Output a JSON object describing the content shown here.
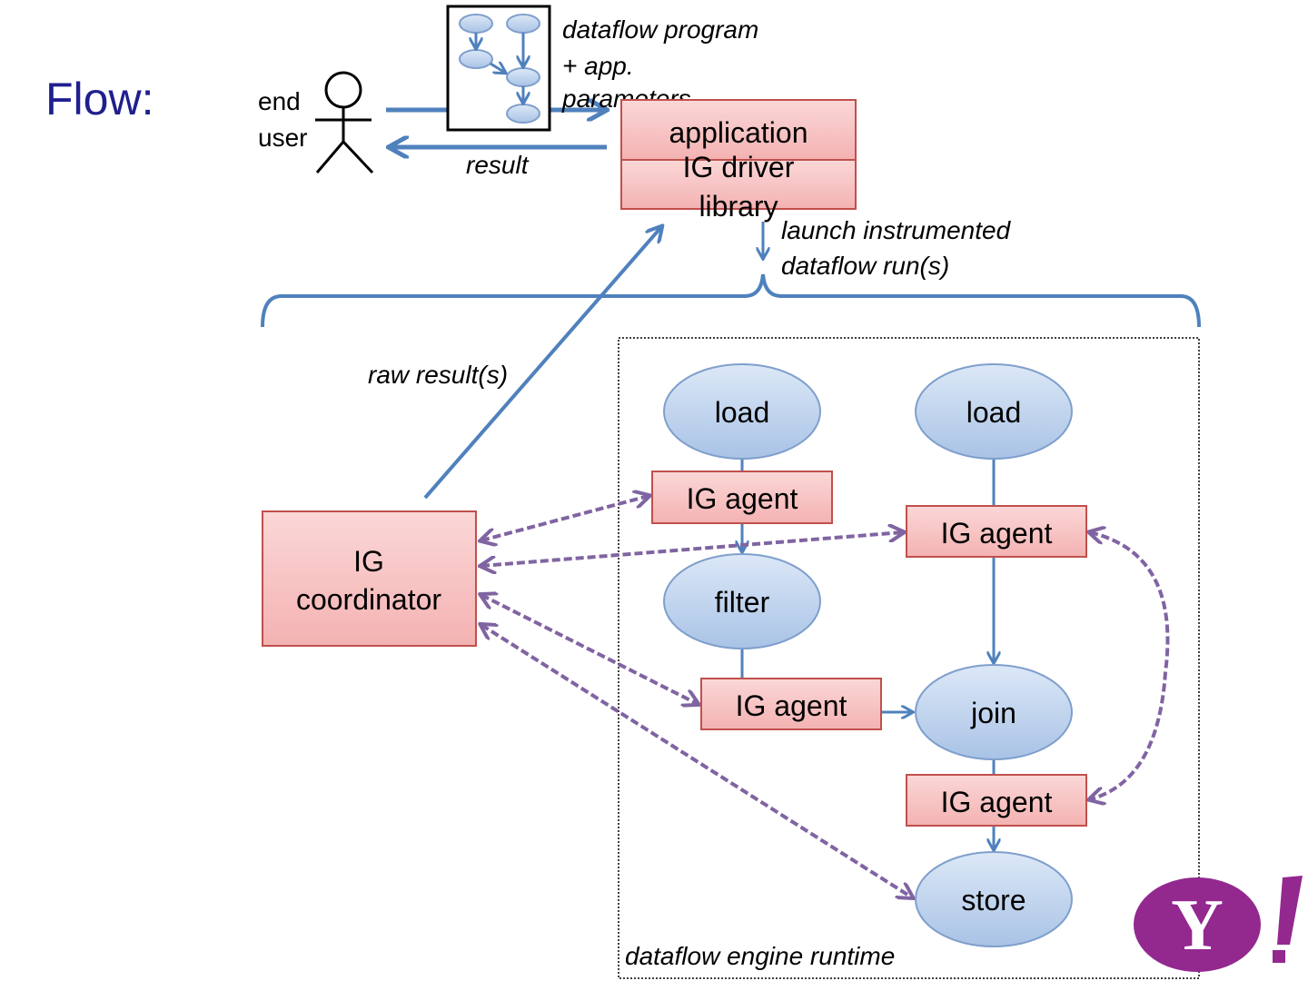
{
  "title": "Flow:",
  "actor": {
    "line1": "end",
    "line2": "user"
  },
  "program_label": {
    "line1": "dataflow program",
    "line2": "+ app.",
    "line3": "parameters"
  },
  "result_label": "result",
  "application_box": {
    "top": "application",
    "bottom_line1": "IG driver",
    "bottom_line2": "library"
  },
  "launch_label": {
    "line1": "launch instrumented",
    "line2": "dataflow run(s)"
  },
  "raw_result_label": "raw result(s)",
  "coordinator": {
    "line1": "IG",
    "line2": "coordinator"
  },
  "nodes": {
    "load1": "load",
    "load2": "load",
    "filter": "filter",
    "join": "join",
    "store": "store"
  },
  "agents": {
    "a1": "IG agent",
    "a2": "IG agent",
    "a3": "IG agent",
    "a4": "IG agent"
  },
  "runtime_label": "dataflow engine runtime",
  "logo": {
    "text": "Y!",
    "color": "#93288f"
  },
  "colors": {
    "title": "#1f1f8f",
    "flow_arrow": "#4f81bd",
    "control_arrow": "#8064a2",
    "node_fill": "#c6d9f1",
    "box_fill": "#f9c9c9",
    "box_border": "#c0504d"
  }
}
